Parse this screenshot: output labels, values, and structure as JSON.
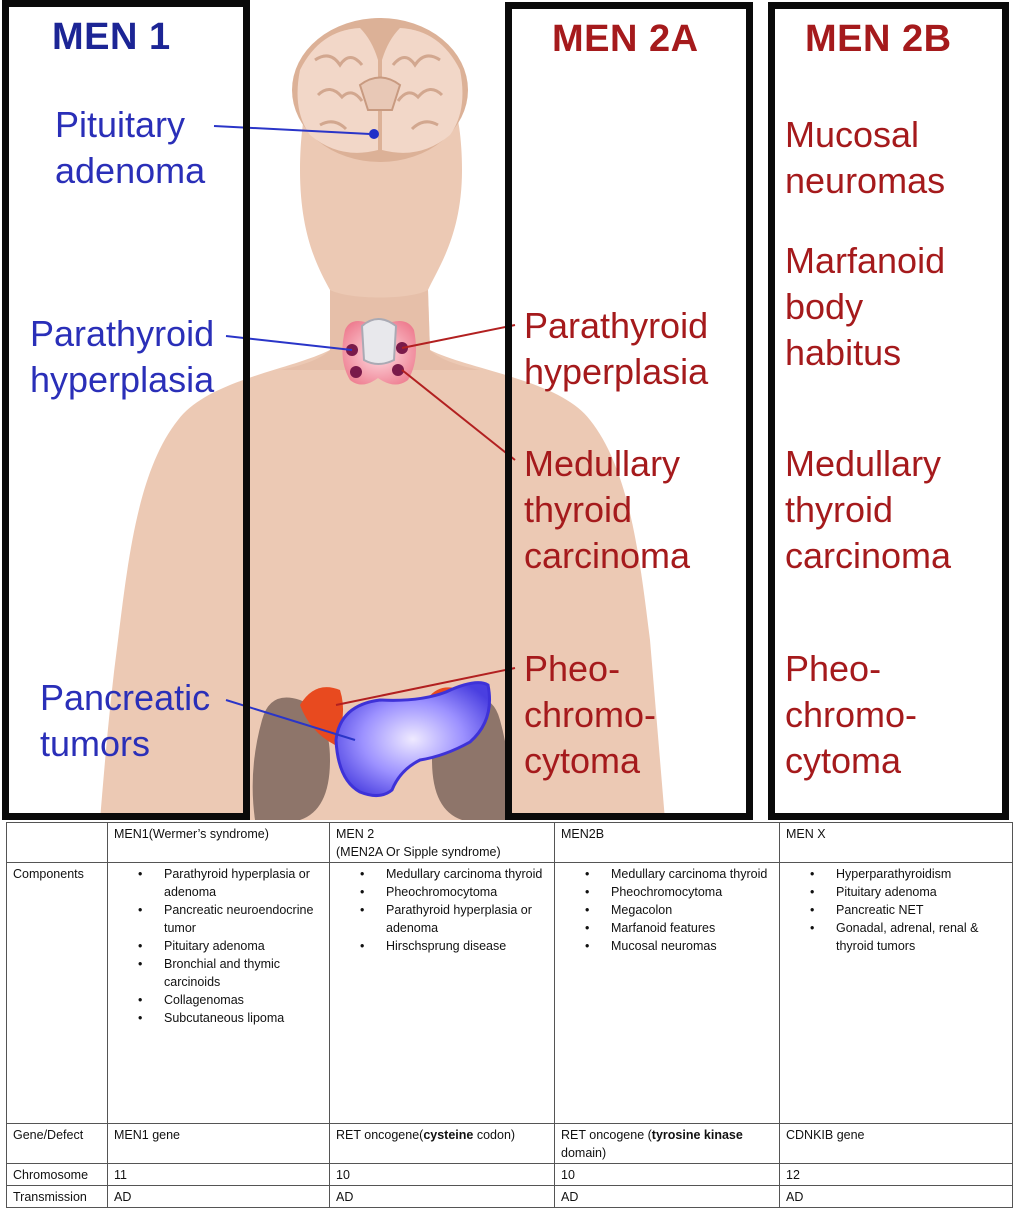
{
  "panels": {
    "men1": {
      "title": "MEN 1",
      "labels": {
        "pituitary": "Pituitary\nadenoma",
        "parathyroid": "Parathyroid\nhyperplasia",
        "pancreatic": "Pancreatic\ntumors"
      }
    },
    "men2a": {
      "title": "MEN 2A",
      "labels": {
        "parathyroid": "Parathyroid\nhyperplasia",
        "medullary": "Medullary\nthyroid\ncarcinoma",
        "pheo": "Pheo-\nchromo-\ncytoma"
      }
    },
    "men2b": {
      "title": "MEN 2B",
      "labels": {
        "mucosal": "Mucosal\nneuromas",
        "marfanoid": "Marfanoid\nbody\nhabitus",
        "medullary": "Medullary\nthyroid\ncarcinoma",
        "pheo": "Pheo-\nchromo-\ncytoma"
      }
    }
  },
  "colors": {
    "men1": "#1c2595",
    "men2": "#a51a1c",
    "skin": "#e9c4ae",
    "brain": "#d6ad94",
    "kidney": "#8a7368",
    "adrenal": "#e8451e",
    "pancreas": "#6b5ef0",
    "thyroid": "#f3a9b4"
  },
  "table": {
    "headers": [
      "",
      "MEN1(Wermer’s syndrome)",
      "MEN 2\n(MEN2A Or Sipple syndrome)",
      "MEN2B",
      "MEN X"
    ],
    "components_label": "Components",
    "components": [
      [
        "Parathyroid hyperplasia or adenoma",
        "Pancreatic neuroendocrine tumor",
        "Pituitary adenoma",
        "Bronchial and thymic carcinoids",
        "Collagenomas",
        "Subcutaneous lipoma"
      ],
      [
        "Medullary carcinoma thyroid",
        "Pheochromocytoma",
        "Parathyroid hyperplasia or adenoma",
        "Hirschsprung disease"
      ],
      [
        "Medullary carcinoma thyroid",
        "Pheochromocytoma",
        "Megacolon",
        "Marfanoid features",
        "Mucosal neuromas"
      ],
      [
        "Hyperparathyroidism",
        "Pituitary adenoma",
        "Pancreatic NET",
        "Gonadal, adrenal, renal & thyroid tumors"
      ]
    ],
    "gene": {
      "label": "Gene/Defect",
      "men1": "MEN1 gene",
      "men2a_prefix": "RET oncogene(",
      "men2a_bold": "cysteine",
      "men2a_suffix": " codon)",
      "men2b_prefix": "RET oncogene (",
      "men2b_bold": "tyrosine kinase",
      "men2b_suffix": " domain)",
      "menx": "CDNKIB gene"
    },
    "chromosome": {
      "label": "Chromosome",
      "values": [
        "11",
        "10",
        "10",
        "12"
      ]
    },
    "transmission": {
      "label": "Transmission",
      "values": [
        "AD",
        "AD",
        "AD",
        "AD"
      ]
    }
  }
}
